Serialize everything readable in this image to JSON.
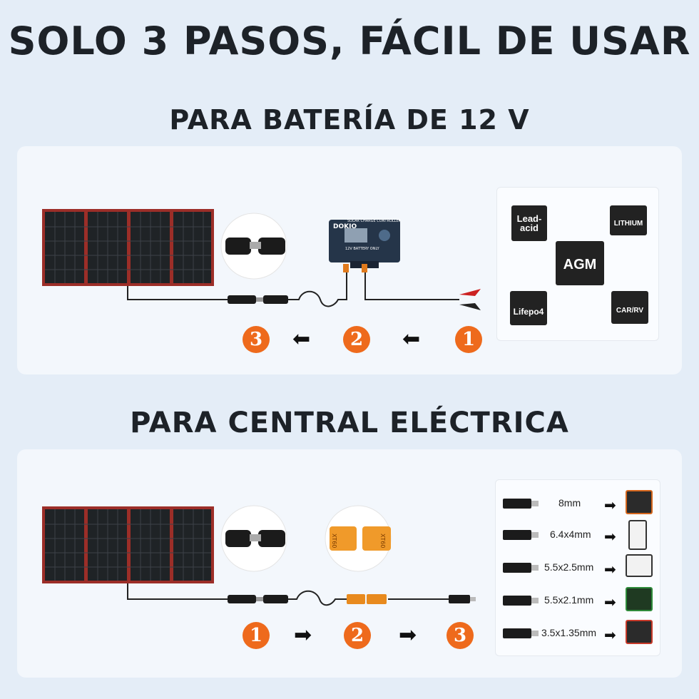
{
  "header": {
    "title": "SOLO 3 PASOS, FÁCIL DE USAR"
  },
  "section_battery": {
    "title": "PARA BATERÍA DE 12 V",
    "steps": [
      "3",
      "2",
      "1"
    ],
    "controller": {
      "top_text": "SOLAR CHARGE CONTROLLER",
      "brand": "DOKIO",
      "note": "12V BATTERY ONLY"
    },
    "batteries": [
      {
        "label_line1": "Lead-",
        "label_line2": "acid"
      },
      {
        "label_line1": "LITHIUM",
        "label_line2": ""
      },
      {
        "label_line1": "AGM",
        "label_line2": ""
      },
      {
        "label_line1": "Lifepo4",
        "label_line2": ""
      },
      {
        "label_line1": "CAR/RV",
        "label_line2": ""
      }
    ]
  },
  "section_station": {
    "title": "PARA CENTRAL ELÉCTRICA",
    "steps": [
      "1",
      "2",
      "3"
    ],
    "xt60_labels": [
      "XT60",
      "XT60"
    ],
    "connectors": [
      {
        "size": "8mm"
      },
      {
        "size": "6.4x4mm"
      },
      {
        "size": "5.5x2.5mm"
      },
      {
        "size": "5.5x2.1mm"
      },
      {
        "size": "3.5x1.35mm"
      }
    ]
  },
  "icons": [
    "arrow-left-icon",
    "arrow-right-icon",
    "battery-icon",
    "power-station-icon",
    "dc-plug-icon",
    "sae-connector-icon",
    "xt60-connector-icon",
    "clamp-icon"
  ],
  "colors": {
    "accent": "#ee6a1c",
    "background": "#e4edf7",
    "card": "#f3f7fc",
    "text": "#1d2228",
    "panel_frame": "#b33a32"
  }
}
